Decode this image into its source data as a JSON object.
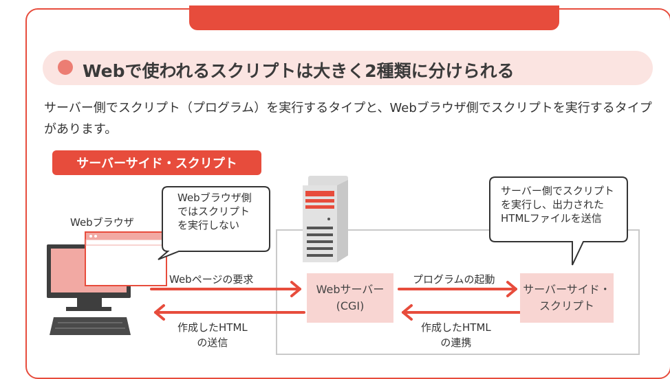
{
  "heading": {
    "title": "Webで使われるスクリプトは大きく2種類に分けられる"
  },
  "lead": {
    "text": "サーバー側でスクリプト（プログラム）を実行するタイプと、Webブラウザ側でスクリプトを実行するタイプがあります。"
  },
  "section_label": "サーバーサイド・スクリプト",
  "diagram": {
    "browser_label": "Webブラウザ",
    "browser_bubble": [
      "Webブラウザ側",
      "ではスクリプト",
      "を実行しない"
    ],
    "server_bubble": [
      "サーバー側でスクリプト",
      "を実行し、出力された",
      "HTMLファイルを送信"
    ],
    "request_label": "Webページの要求",
    "send_html_label": [
      "作成したHTML",
      "の送信"
    ],
    "web_server_box": [
      "Webサーバー",
      "(CGI)"
    ],
    "launch_label": "プログラムの起動",
    "link_html_label": [
      "作成したHTML",
      "の連携"
    ],
    "script_box": [
      "サーバーサイド・",
      "スクリプト"
    ]
  },
  "colors": {
    "accent": "#e74c3c",
    "box_fill": "#f8d5d2",
    "heading_bg": "#fbe4e1"
  },
  "icons": [
    "computer-icon",
    "browser-window-icon",
    "server-icon"
  ]
}
